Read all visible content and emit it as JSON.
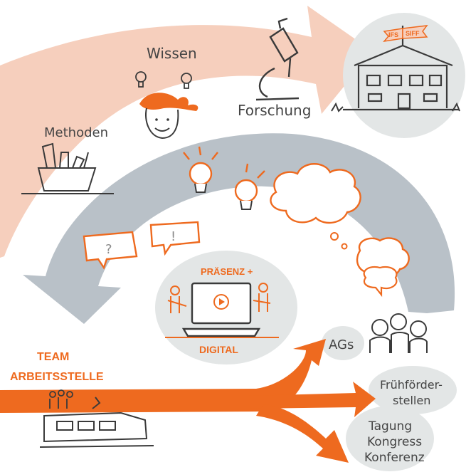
{
  "labels": {
    "wissen": "Wissen",
    "methoden": "Methoden",
    "forschung": "Forschung",
    "flag_left": "IFS",
    "flag_right": "SIFF",
    "question_mark": "?",
    "exclamation_mark": "!",
    "praesenz": "PRÄSENZ +",
    "digital": "DIGITAL",
    "team_line1": "TEAM",
    "team_line2": "ARBEITSSTELLE",
    "ags": "AGs",
    "fruehfoerder_line1": "Frühförder-",
    "fruehfoerder_line2": "stellen",
    "tagung_line1": "Tagung",
    "tagung_line2": "Kongress",
    "tagung_line3": "Konferenz"
  },
  "colors": {
    "peach": "#f6cfbd",
    "grey_arc": "#b9c1c8",
    "grey_disc": "#e3e6e6",
    "orange": "#ee6a1f",
    "ink": "#3a3a3a"
  }
}
